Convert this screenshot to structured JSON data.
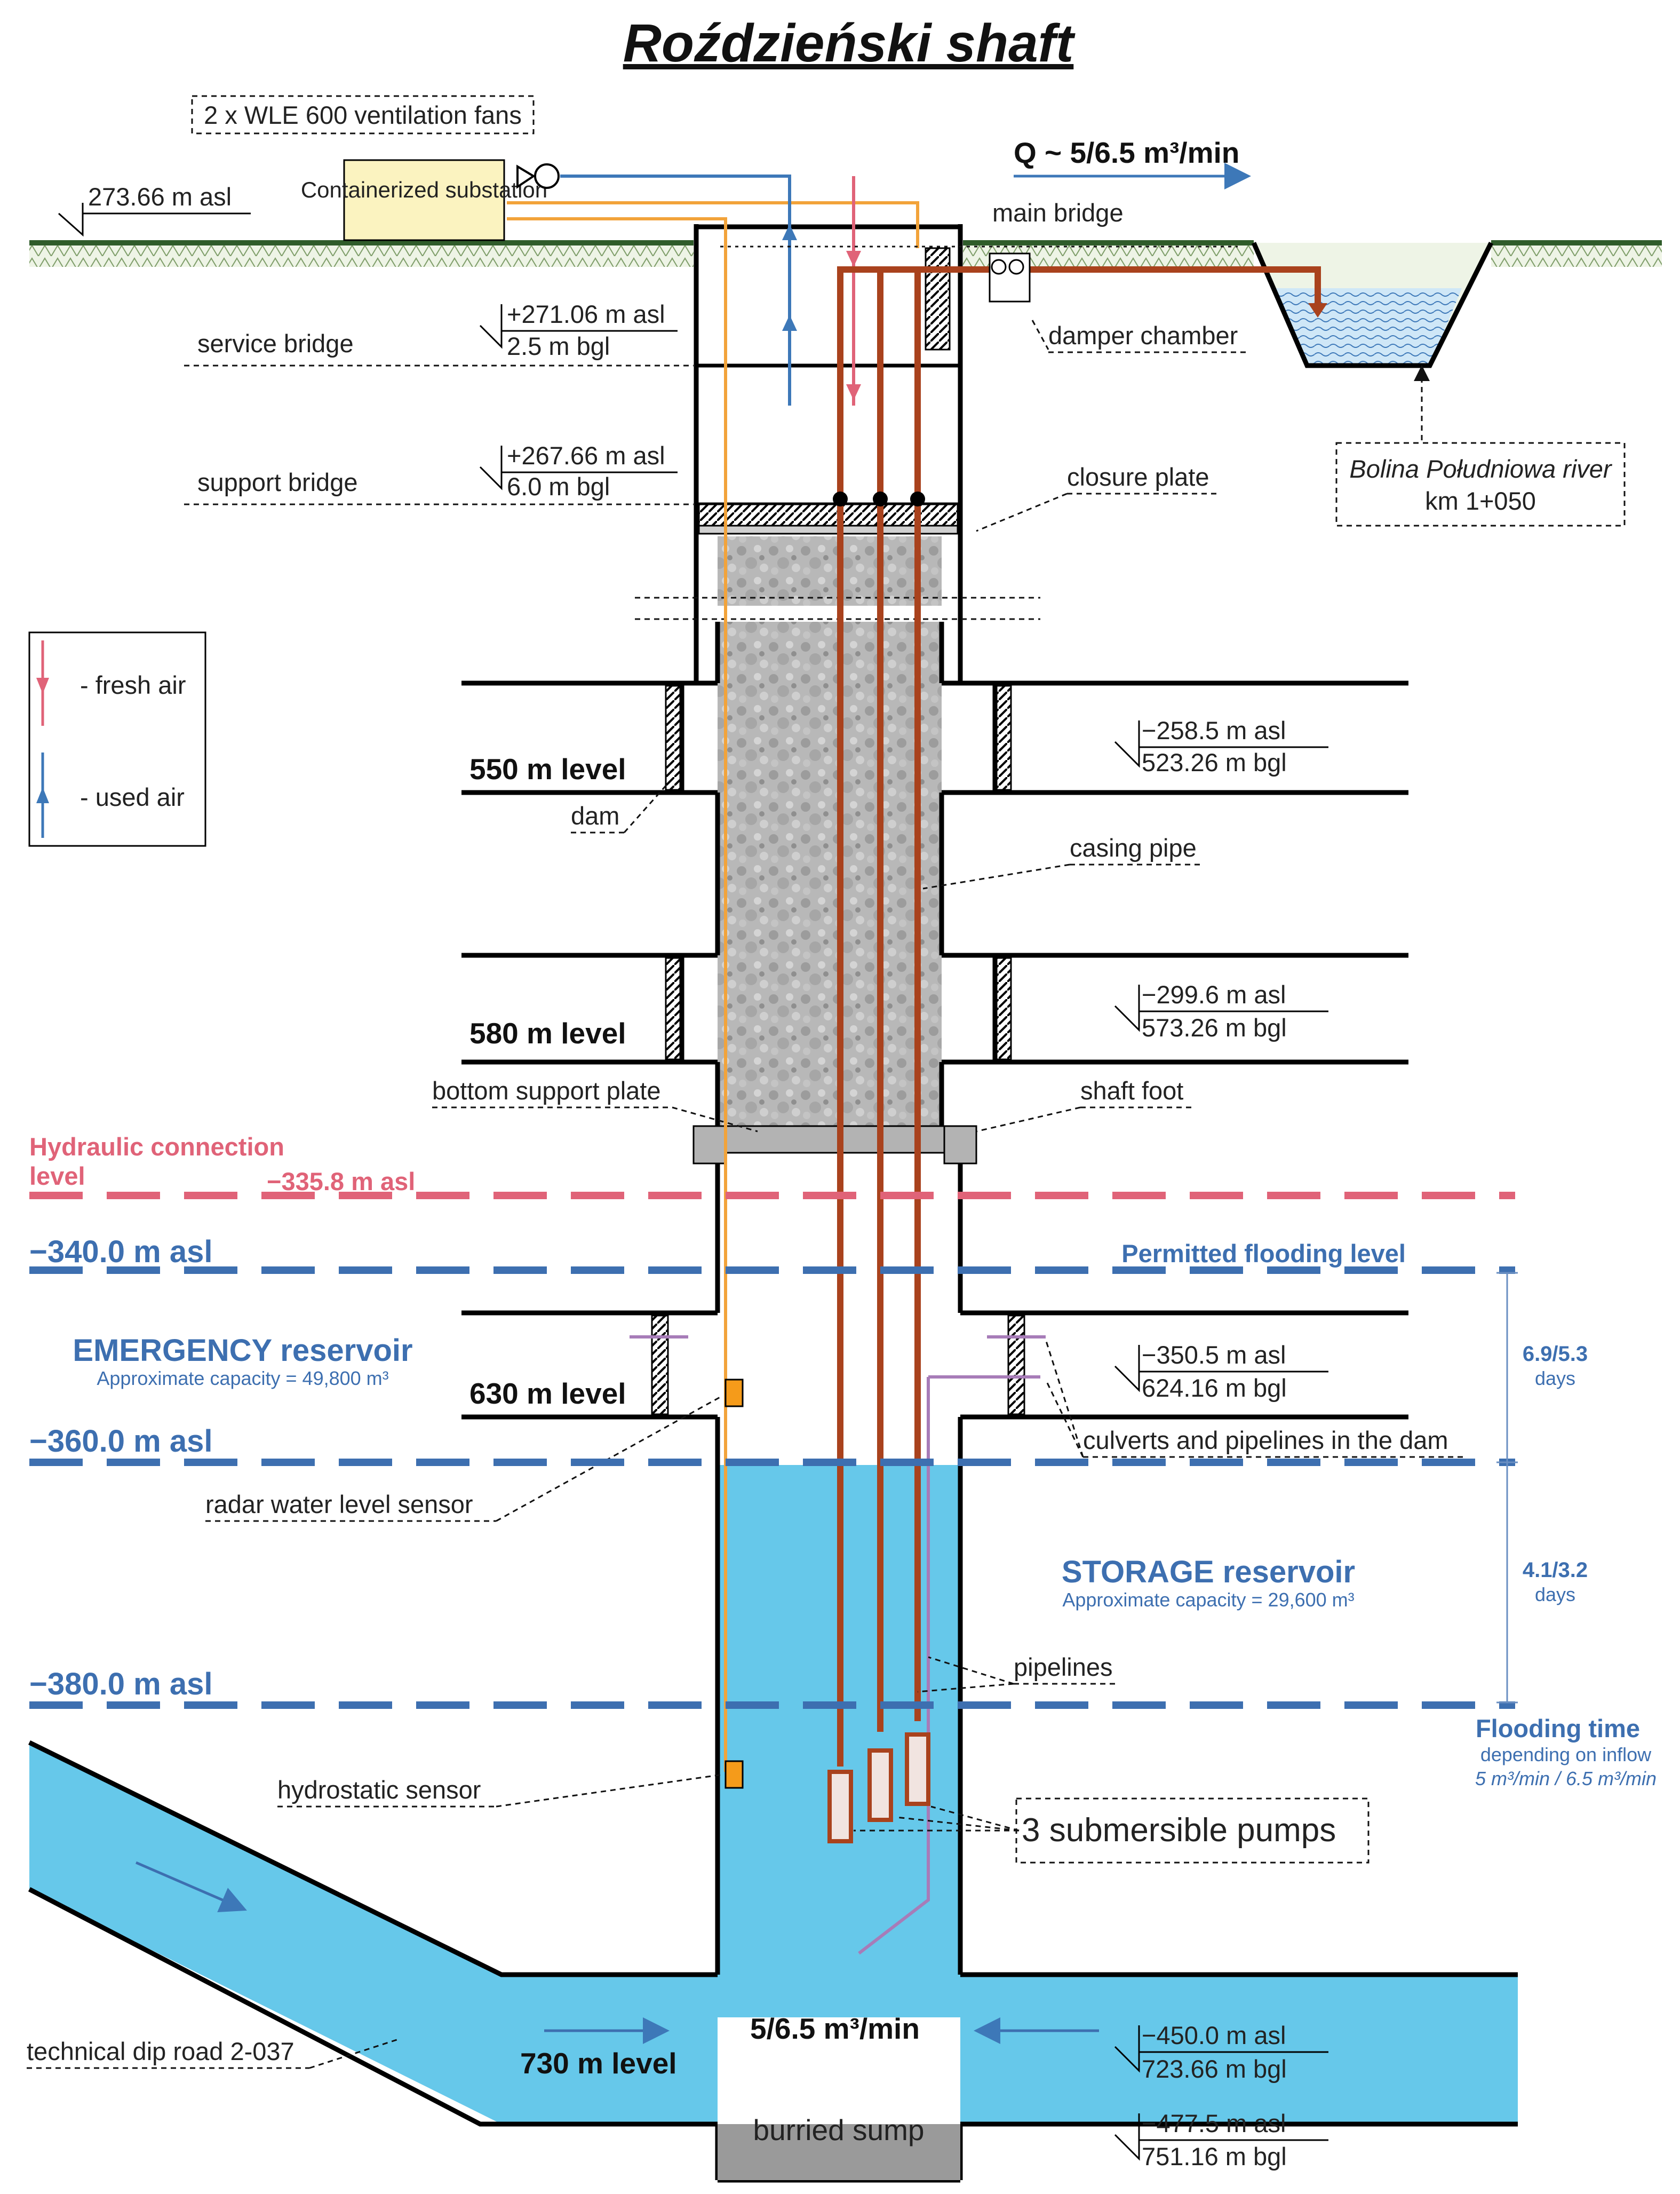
{
  "title": "Roździeński shaft",
  "surface": {
    "ground_elevation": "273.66 m asl",
    "fans": "2 x WLE 600 ventilation fans",
    "substation": "Containerized substation",
    "discharge_flow": "Q ~ 5/6.5 m³/min",
    "main_bridge": "main bridge",
    "damper_chamber": "damper chamber",
    "river_name": "Bolina Południowa river",
    "river_km": "km 1+050"
  },
  "bridges": {
    "service": {
      "label": "service bridge",
      "asl": "+271.06 m asl",
      "bgl": "2.5 m bgl"
    },
    "support": {
      "label": "support bridge",
      "asl": "+267.66 m asl",
      "bgl": "6.0 m bgl"
    },
    "closure_plate": "closure plate"
  },
  "legend": {
    "fresh_air": "- fresh air",
    "used_air": "- used air",
    "fresh_color": "#e06378",
    "used_color": "#3d78b8"
  },
  "levels": {
    "l550": {
      "label": "550 m level",
      "asl": "−258.5 m asl",
      "bgl": "523.26 m bgl"
    },
    "l580": {
      "label": "580 m level",
      "asl": "−299.6 m asl",
      "bgl": "573.26 m bgl"
    },
    "l630": {
      "label": "630 m level",
      "asl": "−350.5 m asl",
      "bgl": "624.16 m bgl"
    },
    "l730": {
      "label": "730 m level",
      "asl": "−450.0 m asl",
      "bgl": "723.66 m bgl"
    },
    "sump": {
      "asl": "−477.5 m asl",
      "bgl": "751.16 m bgl"
    }
  },
  "annotations": {
    "dam": "dam",
    "casing_pipe": "casing pipe",
    "bottom_support_plate": "bottom support plate",
    "shaft_foot": "shaft foot",
    "culverts": "culverts and pipelines in the dam",
    "radar_sensor": "radar water level sensor",
    "pipelines": "pipelines",
    "hydrostatic_sensor": "hydrostatic sensor",
    "pumps": "3 submersible pumps",
    "dip_road": "technical dip road 2-037",
    "inflow": "5/6.5 m³/min",
    "sump": "burried sump"
  },
  "water_levels": {
    "hydraulic_line1": "Hydraulic connection",
    "hydraulic_line2": "level",
    "hydraulic_value": "−335.8 m asl",
    "l340": "−340.0 m asl",
    "permitted": "Permitted flooding level",
    "l360": "−360.0 m asl",
    "l380": "−380.0 m asl"
  },
  "reservoirs": {
    "emergency_title": "EMERGENCY reservoir",
    "emergency_capacity": "Approximate capacity = 49,800 m³",
    "storage_title": "STORAGE reservoir",
    "storage_capacity": "Approximate capacity = 29,600 m³"
  },
  "flooding": {
    "emergency_time": "6.9/5.3",
    "storage_time": "4.1/3.2",
    "days": "days",
    "title": "Flooding time",
    "sub1": "depending on inflow",
    "sub2": "5 m³/min / 6.5 m³/min"
  },
  "colors": {
    "water": "#66c8ea",
    "pink": "#e06378",
    "blue": "#3d6fb0",
    "orange": "#f2a33a",
    "rust": "#a9421d",
    "purple": "#a77cb8"
  }
}
